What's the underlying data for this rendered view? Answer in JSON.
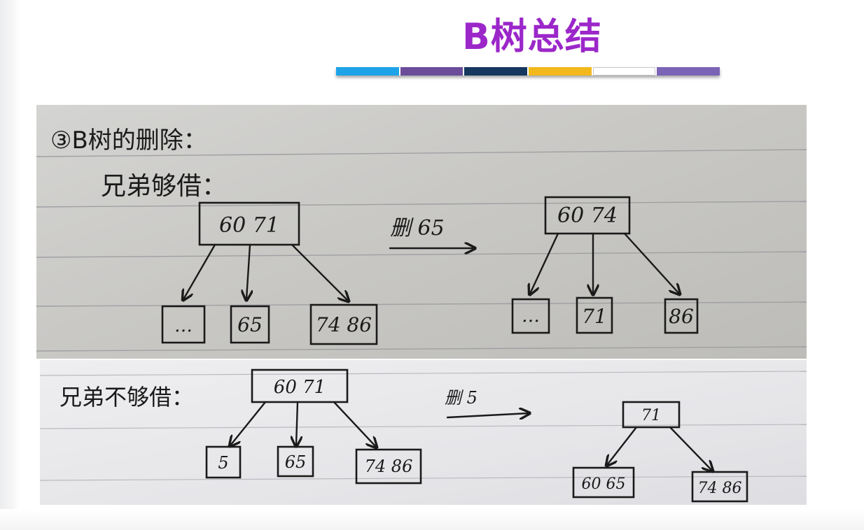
{
  "title": "B树总结",
  "color_bar": [
    "#1ea3e8",
    "#6b4c9a",
    "#16375e",
    "#f2b81c",
    "#ffffff",
    "#7b64b6"
  ],
  "top_photo": {
    "heading": "③B树的删除：",
    "subheading": "兄弟够借：",
    "before": {
      "root": "60 71",
      "children": [
        "…",
        "65",
        "74 86"
      ]
    },
    "operation": "删 65",
    "after": {
      "root": "60 74",
      "children": [
        "…",
        "71",
        "86"
      ]
    }
  },
  "bottom_photo": {
    "subheading": "兄弟不够借：",
    "before": {
      "root": "60 71",
      "children": [
        "5",
        "65",
        "74 86"
      ]
    },
    "operation": "删 5",
    "after": {
      "root": "71",
      "children": [
        "60 65",
        "74 86"
      ]
    }
  }
}
